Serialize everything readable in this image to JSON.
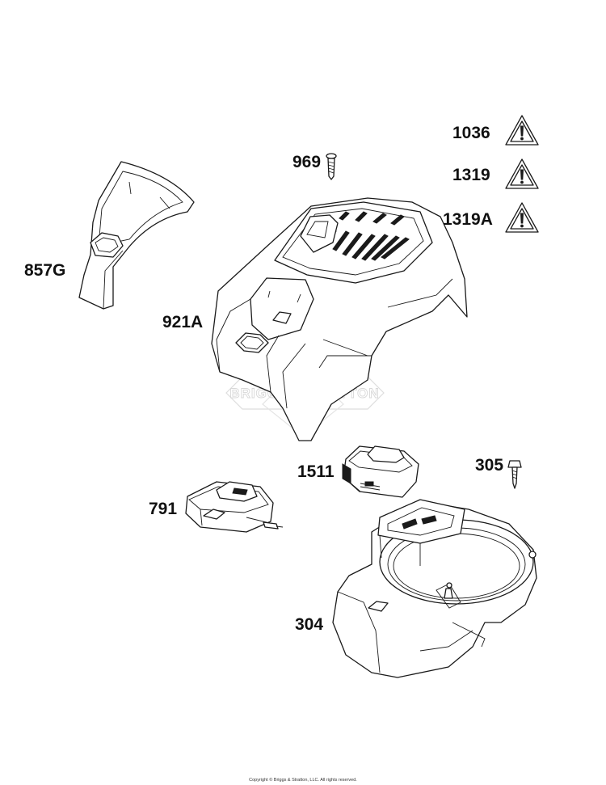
{
  "watermark": "BRIGGS&STRATTON",
  "copyright": "Copyright © Briggs & Stratton, LLC. All rights reserved.",
  "labels": {
    "p857G": "857G",
    "p921A": "921A",
    "p969": "969",
    "p1036": "1036",
    "p1319": "1319",
    "p1319A": "1319A",
    "p1511": "1511",
    "p305": "305",
    "p791": "791",
    "p304": "304"
  },
  "icons": {
    "warning": "warning-triangle-icon"
  }
}
